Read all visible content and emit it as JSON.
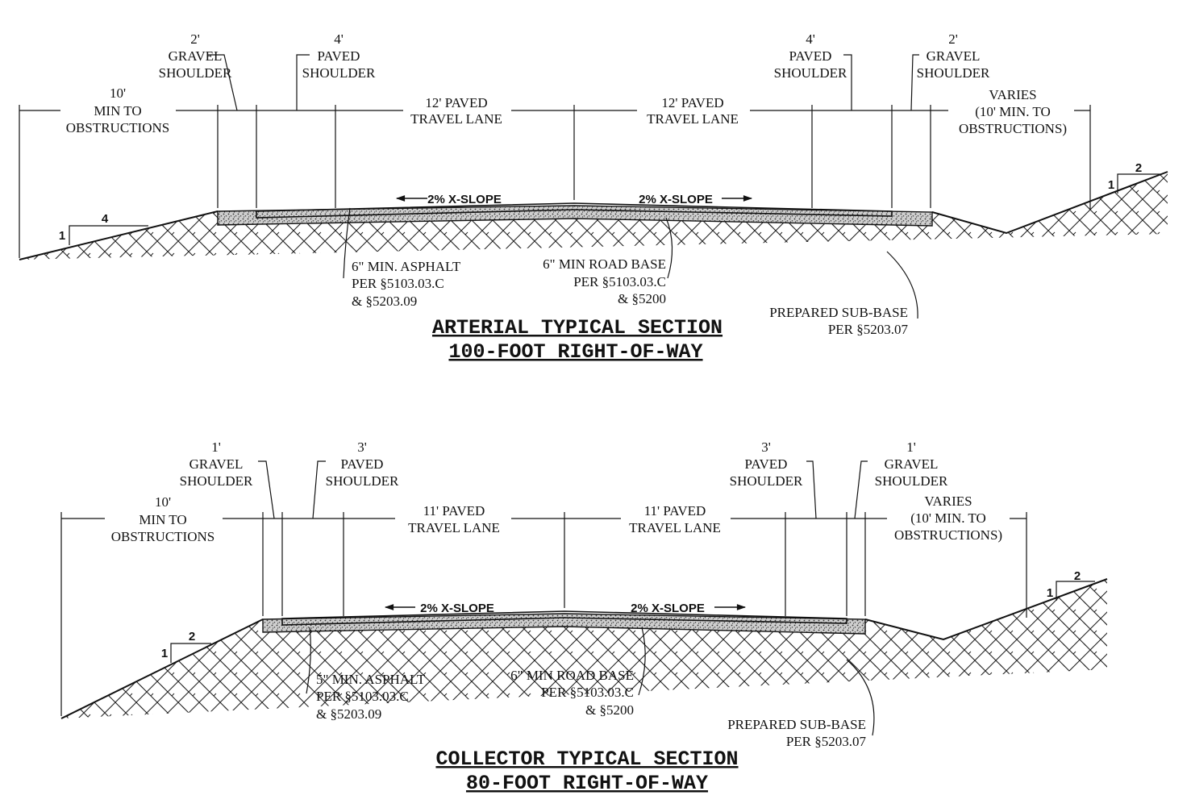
{
  "arterial": {
    "title_line1": "ARTERIAL  TYPICAL  SECTION",
    "title_line2": "100-FOOT  RIGHT-OF-WAY",
    "left_clear": [
      "10'",
      "MIN TO",
      "OBSTRUCTIONS"
    ],
    "gravel_left": [
      "2'",
      "GRAVEL",
      "SHOULDER"
    ],
    "paved_left": [
      "4'",
      "PAVED",
      "SHOULDER"
    ],
    "lane_left": [
      "12' PAVED",
      "TRAVEL LANE"
    ],
    "lane_right": [
      "12' PAVED",
      "TRAVEL LANE"
    ],
    "paved_right": [
      "4'",
      "PAVED",
      "SHOULDER"
    ],
    "gravel_right": [
      "2'",
      "GRAVEL",
      "SHOULDER"
    ],
    "right_clear": [
      "VARIES",
      "(10' MIN. TO",
      "OBSTRUCTIONS)"
    ],
    "slope_left": "2% X-SLOPE",
    "slope_right": "2% X-SLOPE",
    "asphalt": [
      "6\" MIN. ASPHALT",
      "PER §5103.03.C",
      "& §5203.09"
    ],
    "road_base": [
      "6\" MIN ROAD BASE",
      "PER §5103.03.C",
      "& §5200"
    ],
    "sub_base": [
      "PREPARED SUB-BASE",
      "PER §5203.07"
    ],
    "ratio_left": {
      "rise": "1",
      "run": "4"
    },
    "ratio_right": {
      "rise": "1",
      "run": "2"
    }
  },
  "collector": {
    "title_line1": "COLLECTOR  TYPICAL  SECTION",
    "title_line2": "80-FOOT  RIGHT-OF-WAY",
    "left_clear": [
      "10'",
      "MIN TO",
      "OBSTRUCTIONS"
    ],
    "gravel_left": [
      "1'",
      "GRAVEL",
      "SHOULDER"
    ],
    "paved_left": [
      "3'",
      "PAVED",
      "SHOULDER"
    ],
    "lane_left": [
      "11' PAVED",
      "TRAVEL LANE"
    ],
    "lane_right": [
      "11' PAVED",
      "TRAVEL LANE"
    ],
    "paved_right": [
      "3'",
      "PAVED",
      "SHOULDER"
    ],
    "gravel_right": [
      "1'",
      "GRAVEL",
      "SHOULDER"
    ],
    "right_clear": [
      "VARIES",
      "(10' MIN. TO",
      "OBSTRUCTIONS)"
    ],
    "slope_left": "2% X-SLOPE",
    "slope_right": "2% X-SLOPE",
    "asphalt": [
      "5\" MIN. ASPHALT",
      "PER §5103.03.C",
      "& §5203.09"
    ],
    "road_base": [
      "6\" MIN ROAD BASE",
      "PER §5103.03.C",
      "& §5200"
    ],
    "sub_base": [
      "PREPARED SUB-BASE",
      "PER §5203.07"
    ],
    "ratio_left": {
      "rise": "1",
      "run": "2"
    },
    "ratio_right": {
      "rise": "1",
      "run": "2"
    }
  }
}
